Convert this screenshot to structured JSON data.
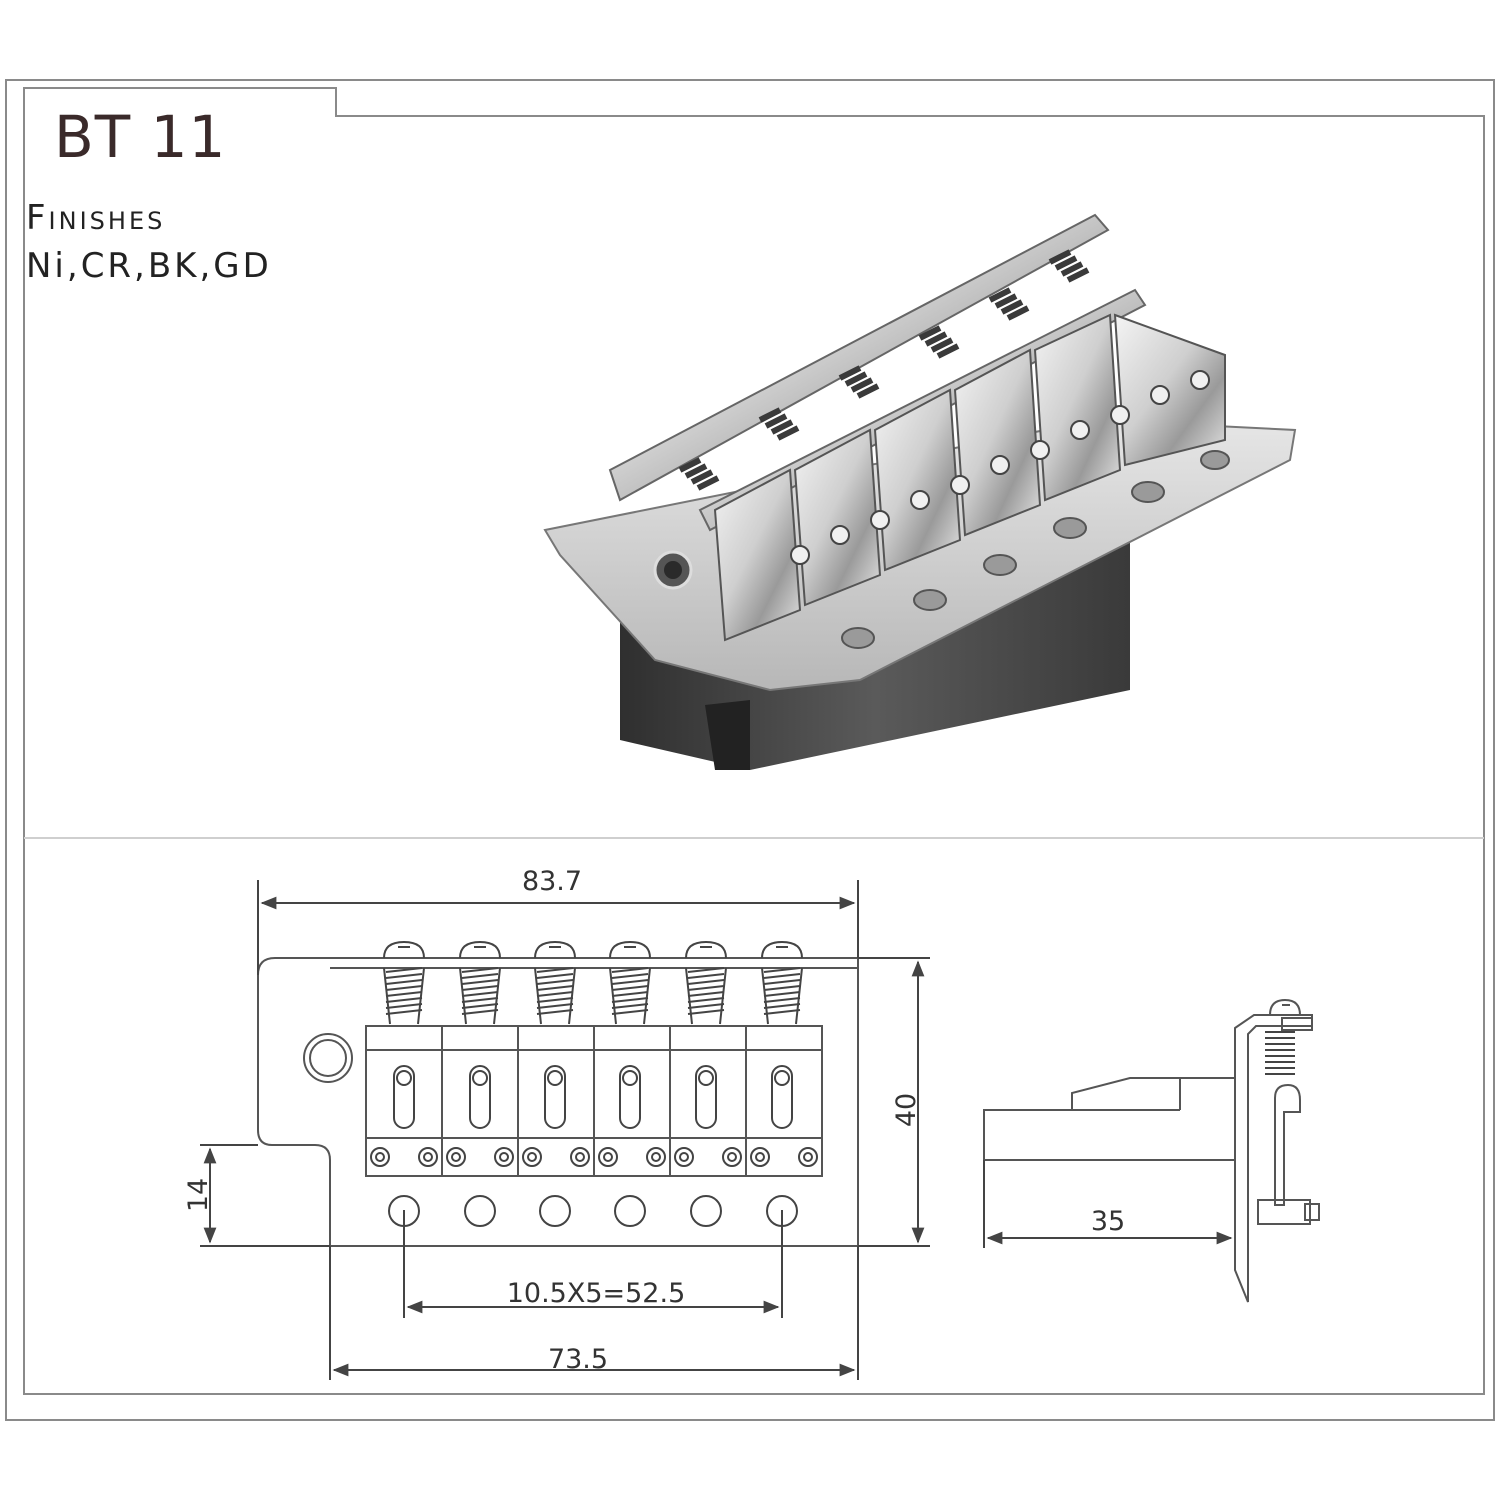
{
  "header": {
    "model": "BT 11",
    "finishes_label": "Finishes",
    "finishes_values": "Ni,CR,BK,GD"
  },
  "dimensions": {
    "overall_length": "83.7",
    "height": "40",
    "tab_depth": "14",
    "string_spacing": "10.5X5=52.5",
    "base_width": "73.5",
    "side_depth": "35"
  },
  "colors": {
    "line": "#555555",
    "frame": "#8a8a8a",
    "chrome_light": "#eeeeee",
    "chrome_dark": "#333333",
    "block": "#4a4a4a"
  }
}
